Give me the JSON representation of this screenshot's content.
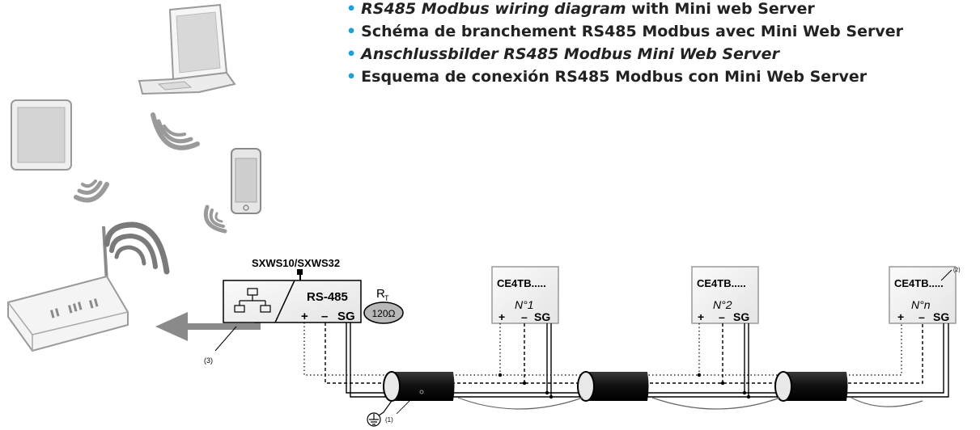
{
  "titles": [
    {
      "prefix": "RS485 Modbus wiring diagram",
      "suffix": " with Mini web Server",
      "style": "mixed"
    },
    {
      "text": "Schéma de branchement RS485 Modbus avec Mini Web Server",
      "style": "bold"
    },
    {
      "text": "Anschlussbilder RS485 Modbus Mini Web Server",
      "style": "italic"
    },
    {
      "text": "Esquema de conexión RS485 Modbus con Mini Web Server",
      "style": "bold"
    }
  ],
  "server": {
    "model": "SXWS10/SXWS32",
    "port": "RS-485",
    "terminals": [
      "+",
      "–",
      "SG"
    ]
  },
  "terminator": {
    "label": "R",
    "sub": "T",
    "value": "120Ω"
  },
  "devices": [
    {
      "model": "CE4TB.....",
      "node": "N°1",
      "terminals": [
        "+",
        "–",
        "SG"
      ]
    },
    {
      "model": "CE4TB.....",
      "node": "N°2",
      "terminals": [
        "+",
        "–",
        "SG"
      ]
    },
    {
      "model": "CE4TB.....",
      "node": "N°n",
      "terminals": [
        "+",
        "–",
        "SG"
      ]
    }
  ],
  "notes": {
    "shield": "(1)",
    "device": "(2)",
    "ethernet": "(3)"
  },
  "colors": {
    "bullet": "#1ea0d8",
    "cable": "#111111",
    "arrow": "#8a8a8a",
    "device_outline": "#9a9a9a",
    "terminator_fill": "#b8b8b8"
  },
  "icons": [
    "laptop-icon",
    "tablet-icon",
    "smartphone-icon",
    "wifi-router-icon",
    "wireless-signal-icon",
    "ground-icon",
    "network-switch-icon"
  ]
}
